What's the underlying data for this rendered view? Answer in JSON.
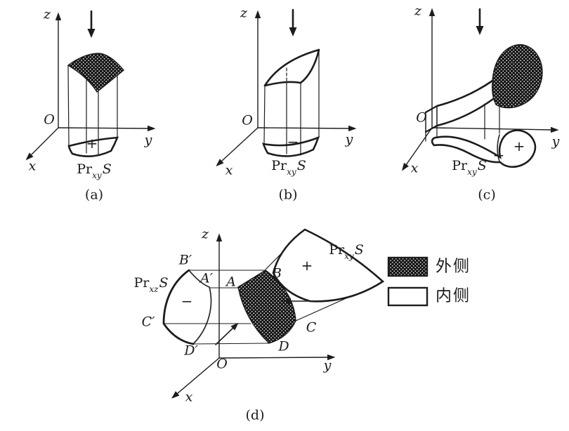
{
  "colors": {
    "ink": "#1c1c1c",
    "paper": "#ffffff",
    "outer_fill": "black-with-white-dots"
  },
  "legend": {
    "outer": {
      "swatch": "hatched-dark",
      "label": "外侧"
    },
    "inner": {
      "swatch": "white",
      "label": "内侧"
    }
  },
  "fig_a": {
    "caption": "(a)",
    "z": "z",
    "y": "y",
    "x": "x",
    "origin": "O",
    "projection": {
      "prefix": "Pr",
      "sub": "xy",
      "suffix": "S"
    },
    "sign_plus": "+"
  },
  "fig_b": {
    "caption": "(b)",
    "z": "z",
    "y": "y",
    "x": "x",
    "origin": "O",
    "projection": {
      "prefix": "Pr",
      "sub": "xy",
      "suffix": "S"
    },
    "sign_minus": "−"
  },
  "fig_c": {
    "caption": "(c)",
    "z": "z",
    "y": "y",
    "x": "x",
    "origin": "O",
    "projection": {
      "prefix": "Pr",
      "sub": "xy",
      "suffix": "S"
    },
    "sign_minus": "−",
    "sign_plus": "+"
  },
  "fig_d": {
    "caption": "(d)",
    "z": "z",
    "y": "y",
    "x": "x",
    "origin": "O",
    "proj_xz": {
      "prefix": "Pr",
      "sub": "xz",
      "suffix": "S"
    },
    "proj_xy": {
      "prefix": "Pr",
      "sub": "xy",
      "suffix": "S"
    },
    "sign_minus": "−",
    "sign_plus": "+",
    "points": {
      "A": "A",
      "B": "B",
      "C": "C",
      "D": "D",
      "A_prime": "A′",
      "B_prime": "B′",
      "C_prime": "C′",
      "D_prime": "D′"
    }
  }
}
